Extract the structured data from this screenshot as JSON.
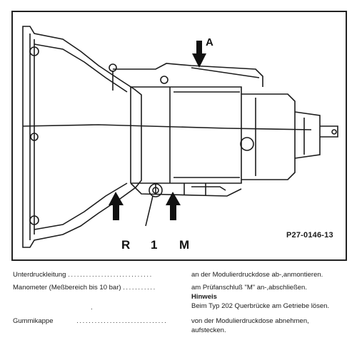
{
  "figure": {
    "labels": {
      "a": "A",
      "r": "R",
      "one": "1",
      "m": "M"
    },
    "code": "P27-0146-13"
  },
  "rows": [
    {
      "left": "Unterdruckleitung",
      "dots": "............................",
      "right": "an der Modulierdruckdose ab-,anmontieren."
    },
    {
      "left": "Manometer (Meßbereich bis 10 bar)",
      "dots": "...........",
      "right": "am Prüfanschluß \"M\" an-,abschließen."
    },
    {
      "hint_title": "Hinweis",
      "hint_text": "Beim Typ 202 Querbrücke am Getriebe lösen.",
      "mark": "."
    },
    {
      "left": "Gummikappe",
      "dots": "..............................",
      "right": "von der Modulierdruckdose abnehmen,",
      "right2": "aufstecken."
    }
  ]
}
